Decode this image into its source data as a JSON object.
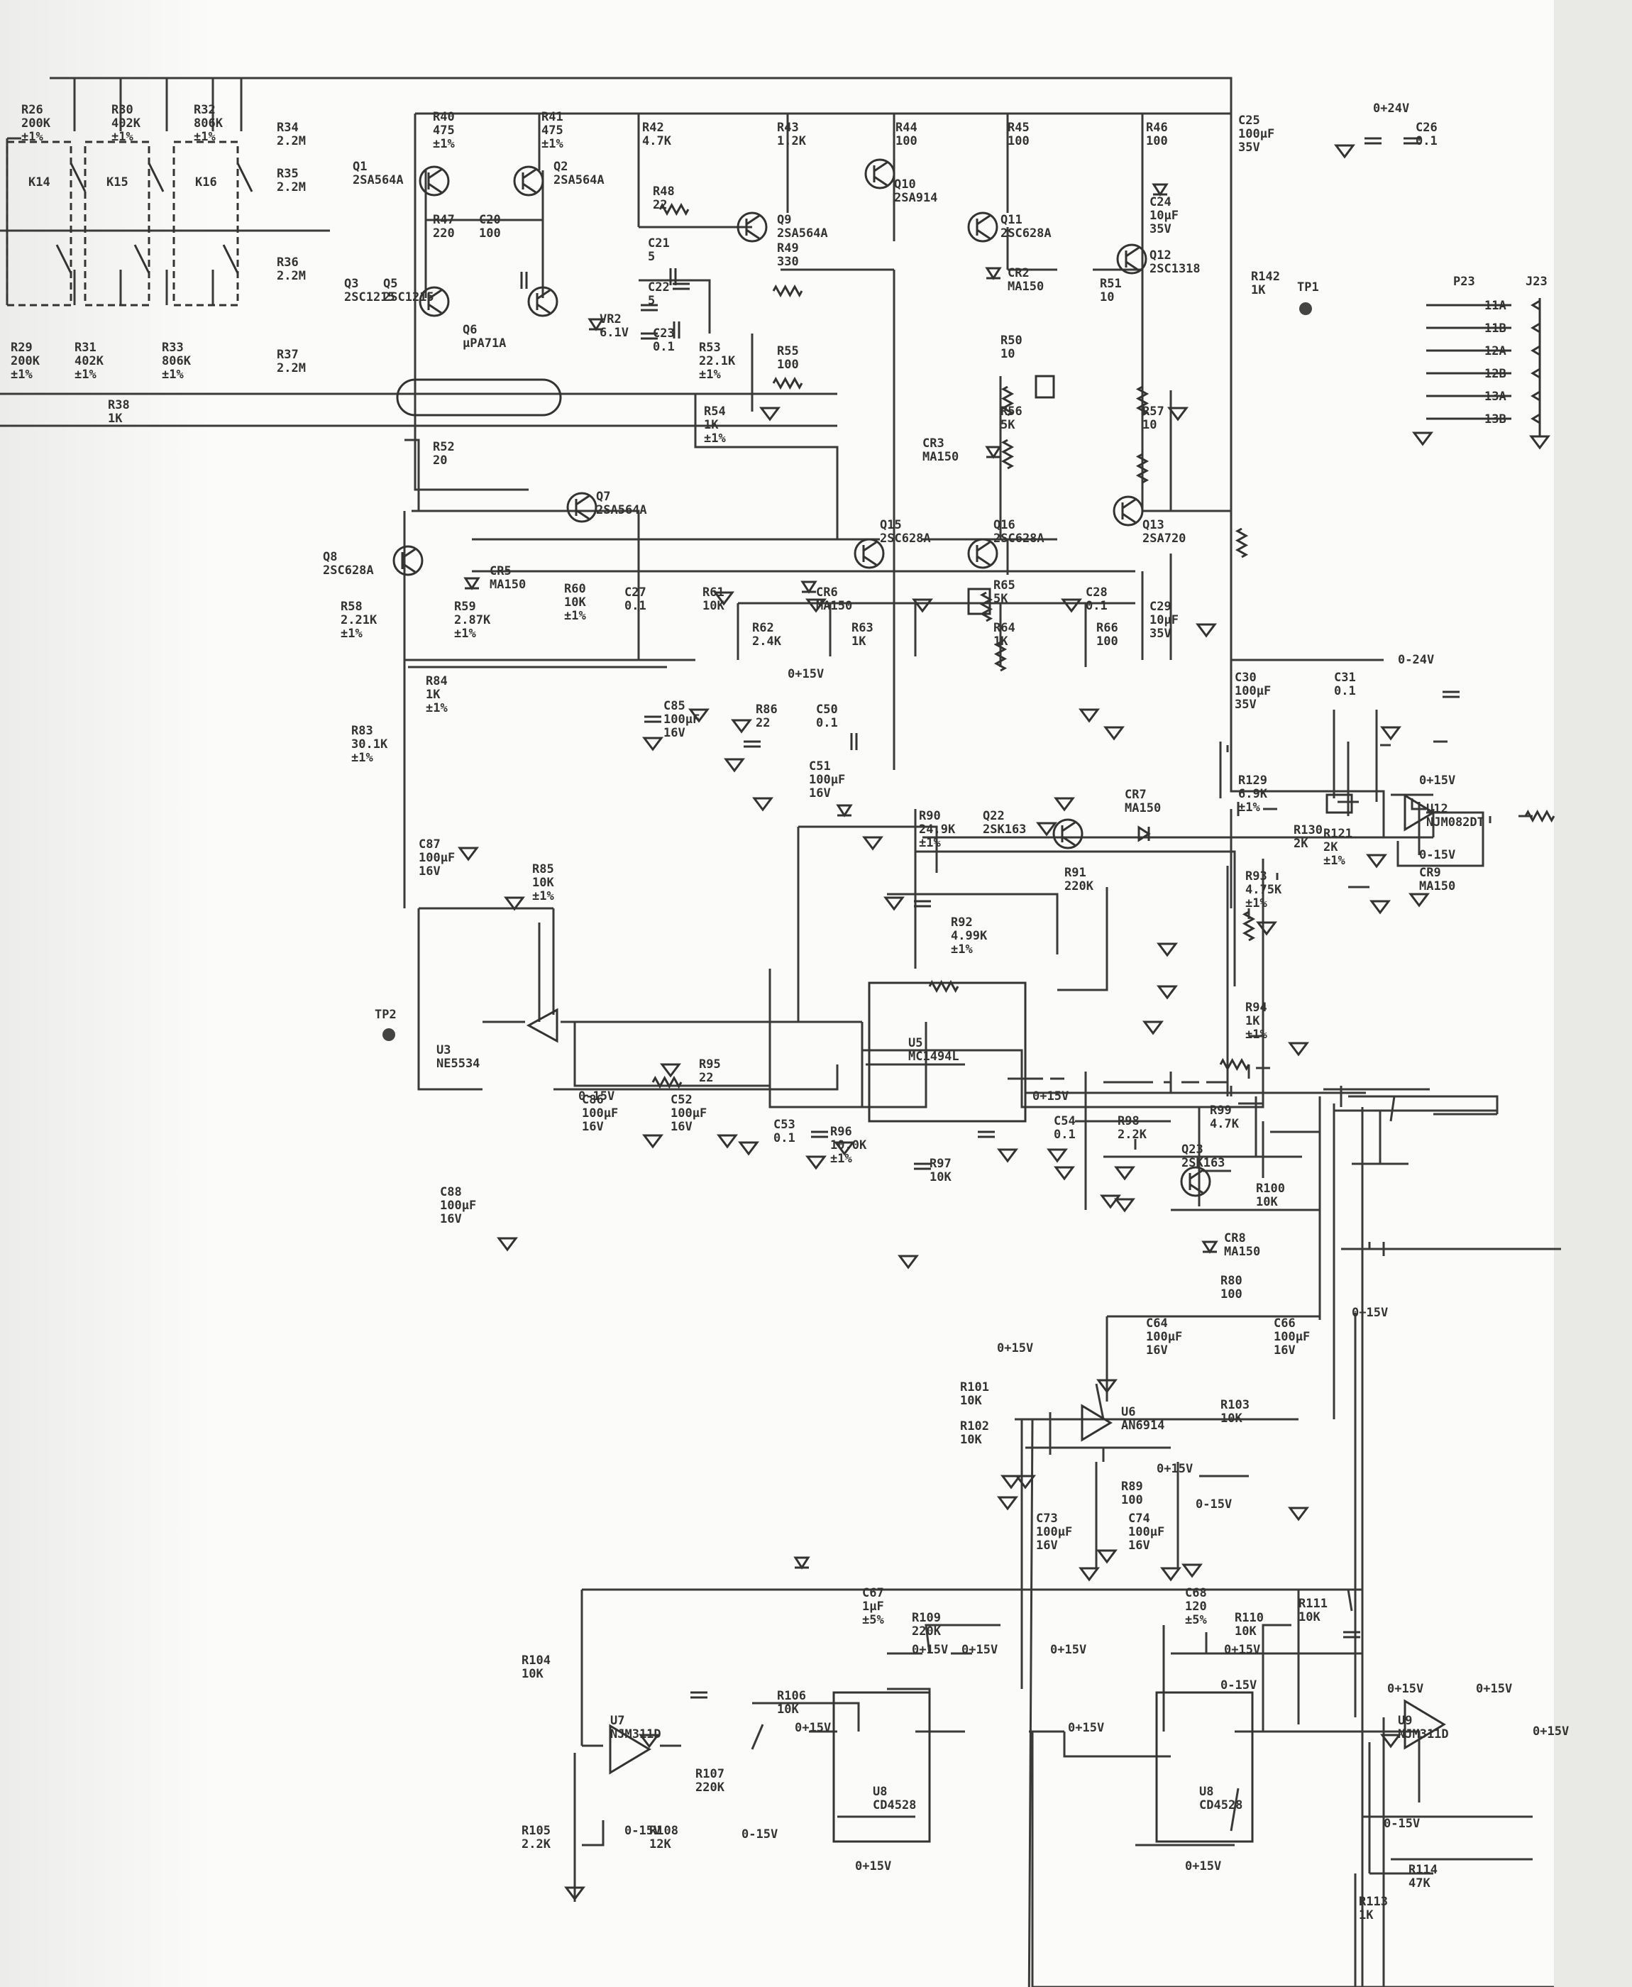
{
  "rails": {
    "p24": "0+24V",
    "m24": "0-24V",
    "p15": "0+15V",
    "m15": "0-15V"
  },
  "test_points": [
    "TP1",
    "TP2"
  ],
  "connector": {
    "p": "P23",
    "j": "J23",
    "pins": [
      "11A",
      "11B",
      "12A",
      "12B",
      "13A",
      "13B"
    ]
  },
  "relays": [
    "K14",
    "K15",
    "K16"
  ],
  "components": [
    {
      "id": "r26",
      "ref": "R26",
      "val": "200K",
      "tol": "±1%"
    },
    {
      "id": "r30",
      "ref": "R30",
      "val": "402K",
      "tol": "±1%"
    },
    {
      "id": "r32",
      "ref": "R32",
      "val": "806K",
      "tol": "±1%"
    },
    {
      "id": "r34",
      "ref": "R34",
      "val": "2.2M"
    },
    {
      "id": "r35",
      "ref": "R35",
      "val": "2.2M"
    },
    {
      "id": "r36",
      "ref": "R36",
      "val": "2.2M"
    },
    {
      "id": "r37",
      "ref": "R37",
      "val": "2.2M"
    },
    {
      "id": "r29",
      "ref": "R29",
      "val": "200K",
      "tol": "±1%"
    },
    {
      "id": "r31",
      "ref": "R31",
      "val": "402K",
      "tol": "±1%"
    },
    {
      "id": "r33",
      "ref": "R33",
      "val": "806K",
      "tol": "±1%"
    },
    {
      "id": "r38",
      "ref": "R38",
      "val": "1K"
    },
    {
      "id": "r40",
      "ref": "R40",
      "val": "475",
      "tol": "±1%"
    },
    {
      "id": "r41",
      "ref": "R41",
      "val": "475",
      "tol": "±1%"
    },
    {
      "id": "q1",
      "ref": "Q1",
      "val": "2SA564A"
    },
    {
      "id": "q2",
      "ref": "Q2",
      "val": "2SA564A"
    },
    {
      "id": "r47",
      "ref": "R47",
      "val": "220"
    },
    {
      "id": "c20",
      "ref": "C20",
      "val": "100"
    },
    {
      "id": "q3",
      "ref": "Q3",
      "val": "2SC1215"
    },
    {
      "id": "q5",
      "ref": "Q5",
      "val": "2SC1215"
    },
    {
      "id": "q6",
      "ref": "Q6",
      "val": "μPA71A"
    },
    {
      "id": "vr2",
      "ref": "VR2",
      "val": "6.1V"
    },
    {
      "id": "r52",
      "ref": "R52",
      "val": "20"
    },
    {
      "id": "r42",
      "ref": "R42",
      "val": "4.7K"
    },
    {
      "id": "r43",
      "ref": "R43",
      "val": "1.2K"
    },
    {
      "id": "r44",
      "ref": "R44",
      "val": "100"
    },
    {
      "id": "r45",
      "ref": "R45",
      "val": "100"
    },
    {
      "id": "r46",
      "ref": "R46",
      "val": "100"
    },
    {
      "id": "r48",
      "ref": "R48",
      "val": "22"
    },
    {
      "id": "c21",
      "ref": "C21",
      "val": "5"
    },
    {
      "id": "c22",
      "ref": "C22",
      "val": "5"
    },
    {
      "id": "c23",
      "ref": "C23",
      "val": "0.1"
    },
    {
      "id": "r49",
      "ref": "R49",
      "val": "330"
    },
    {
      "id": "r53",
      "ref": "R53",
      "val": "22.1K",
      "tol": "±1%"
    },
    {
      "id": "r55",
      "ref": "R55",
      "val": "100"
    },
    {
      "id": "q9",
      "ref": "Q9",
      "val": "2SA564A"
    },
    {
      "id": "q10",
      "ref": "Q10",
      "val": "2SA914"
    },
    {
      "id": "q11",
      "ref": "Q11",
      "val": "2SC628A"
    },
    {
      "id": "q12",
      "ref": "Q12",
      "val": "2SC1318"
    },
    {
      "id": "cr2",
      "ref": "CR2",
      "val": "MA150"
    },
    {
      "id": "r51",
      "ref": "R51",
      "val": "10"
    },
    {
      "id": "r50",
      "ref": "R50",
      "val": "10"
    },
    {
      "id": "r56",
      "ref": "R56",
      "val": "5K"
    },
    {
      "id": "r57",
      "ref": "R57",
      "val": "10"
    },
    {
      "id": "cr3",
      "ref": "CR3",
      "val": "MA150"
    },
    {
      "id": "c24",
      "ref": "C24",
      "val": "10μF",
      "v": "35V"
    },
    {
      "id": "c25",
      "ref": "C25",
      "val": "100μF",
      "v": "35V"
    },
    {
      "id": "c26",
      "ref": "C26",
      "val": "0.1"
    },
    {
      "id": "r142",
      "ref": "R142",
      "val": "1K"
    },
    {
      "id": "r54",
      "ref": "R54",
      "val": "1K",
      "tol": "±1%"
    },
    {
      "id": "q7",
      "ref": "Q7",
      "val": "2SA564A"
    },
    {
      "id": "q8",
      "ref": "Q8",
      "val": "2SC628A"
    },
    {
      "id": "cr5",
      "ref": "CR5",
      "val": "MA150"
    },
    {
      "id": "r58",
      "ref": "R58",
      "val": "2.21K",
      "tol": "±1%"
    },
    {
      "id": "r59",
      "ref": "R59",
      "val": "2.87K",
      "tol": "±1%"
    },
    {
      "id": "r60",
      "ref": "R60",
      "val": "10K",
      "tol": "±1%"
    },
    {
      "id": "c27",
      "ref": "C27",
      "val": "0.1"
    },
    {
      "id": "q15",
      "ref": "Q15",
      "val": "2SC628A"
    },
    {
      "id": "q16",
      "ref": "Q16",
      "val": "2SC628A"
    },
    {
      "id": "q13",
      "ref": "Q13",
      "val": "2SA720"
    },
    {
      "id": "cr6",
      "ref": "CR6",
      "val": "MA150"
    },
    {
      "id": "r61",
      "ref": "R61",
      "val": "10K"
    },
    {
      "id": "r62",
      "ref": "R62",
      "val": "2.4K"
    },
    {
      "id": "r63",
      "ref": "R63",
      "val": "1K"
    },
    {
      "id": "r65",
      "ref": "R65",
      "val": "5K"
    },
    {
      "id": "r64",
      "ref": "R64",
      "val": "1K"
    },
    {
      "id": "c28",
      "ref": "C28",
      "val": "0.1"
    },
    {
      "id": "r66",
      "ref": "R66",
      "val": "100"
    },
    {
      "id": "c29",
      "ref": "C29",
      "val": "10μF",
      "v": "35V"
    },
    {
      "id": "c30",
      "ref": "C30",
      "val": "100μF",
      "v": "35V"
    },
    {
      "id": "c31",
      "ref": "C31",
      "val": "0.1"
    },
    {
      "id": "r84",
      "ref": "R84",
      "val": "1K",
      "tol": "±1%"
    },
    {
      "id": "r83",
      "ref": "R83",
      "val": "30.1K",
      "tol": "±1%"
    },
    {
      "id": "c85",
      "ref": "C85",
      "val": "100μF",
      "v": "16V"
    },
    {
      "id": "r86",
      "ref": "R86",
      "val": "22"
    },
    {
      "id": "c50",
      "ref": "C50",
      "val": "0.1"
    },
    {
      "id": "c51",
      "ref": "C51",
      "val": "100μF",
      "v": "16V"
    },
    {
      "id": "c87",
      "ref": "C87",
      "val": "100μF",
      "v": "16V"
    },
    {
      "id": "r85",
      "ref": "R85",
      "val": "10K",
      "tol": "±1%"
    },
    {
      "id": "r90",
      "ref": "R90",
      "val": "24.9K",
      "tol": "±1%"
    },
    {
      "id": "q22",
      "ref": "Q22",
      "val": "2SK163"
    },
    {
      "id": "r91",
      "ref": "R91",
      "val": "220K"
    },
    {
      "id": "cr7",
      "ref": "CR7",
      "val": "MA150"
    },
    {
      "id": "r92",
      "ref": "R92",
      "val": "4.99K",
      "tol": "±1%"
    },
    {
      "id": "u5",
      "ref": "U5",
      "val": "MC1494L"
    },
    {
      "id": "u3",
      "ref": "U3",
      "val": "NE5534"
    },
    {
      "id": "r95",
      "ref": "R95",
      "val": "22"
    },
    {
      "id": "c86",
      "ref": "C86",
      "val": "100μF",
      "v": "16V"
    },
    {
      "id": "c52",
      "ref": "C52",
      "val": "100μF",
      "v": "16V"
    },
    {
      "id": "c53",
      "ref": "C53",
      "val": "0.1"
    },
    {
      "id": "r96",
      "ref": "R96",
      "val": "10.0K",
      "tol": "±1%"
    },
    {
      "id": "r97",
      "ref": "R97",
      "val": "10K"
    },
    {
      "id": "c54",
      "ref": "C54",
      "val": "0.1"
    },
    {
      "id": "r98",
      "ref": "R98",
      "val": "2.2K"
    },
    {
      "id": "c88",
      "ref": "C88",
      "val": "100μF",
      "v": "16V"
    },
    {
      "id": "r129",
      "ref": "R129",
      "val": "6.9K",
      "tol": "±1%"
    },
    {
      "id": "r130",
      "ref": "R130",
      "val": "2K"
    },
    {
      "id": "r121",
      "ref": "R121",
      "val": "2K",
      "tol": "±1%"
    },
    {
      "id": "u12",
      "ref": "U12",
      "val": "NJM082DT"
    },
    {
      "id": "cr9",
      "ref": "CR9",
      "val": "MA150"
    },
    {
      "id": "r93",
      "ref": "R93",
      "val": "4.75K",
      "tol": "±1%"
    },
    {
      "id": "r94",
      "ref": "R94",
      "val": "1K",
      "tol": "±1%"
    },
    {
      "id": "r99",
      "ref": "R99",
      "val": "4.7K"
    },
    {
      "id": "q23",
      "ref": "Q23",
      "val": "2SK163"
    },
    {
      "id": "r100",
      "ref": "R100",
      "val": "10K"
    },
    {
      "id": "cr8",
      "ref": "CR8",
      "val": "MA150"
    },
    {
      "id": "r80",
      "ref": "R80",
      "val": "100"
    },
    {
      "id": "c64",
      "ref": "C64",
      "val": "100μF",
      "v": "16V"
    },
    {
      "id": "c66",
      "ref": "C66",
      "val": "100μF",
      "v": "16V"
    },
    {
      "id": "r101",
      "ref": "R101",
      "val": "10K"
    },
    {
      "id": "r102",
      "ref": "R102",
      "val": "10K"
    },
    {
      "id": "u6",
      "ref": "U6",
      "val": "AN6914"
    },
    {
      "id": "r103",
      "ref": "R103",
      "val": "10K"
    },
    {
      "id": "r89",
      "ref": "R89",
      "val": "100"
    },
    {
      "id": "c73",
      "ref": "C73",
      "val": "100μF",
      "v": "16V"
    },
    {
      "id": "c74",
      "ref": "C74",
      "val": "100μF",
      "v": "16V"
    },
    {
      "id": "c67",
      "ref": "C67",
      "val": "1μF",
      "tol": "±5%"
    },
    {
      "id": "r109",
      "ref": "R109",
      "val": "220K"
    },
    {
      "id": "c68",
      "ref": "C68",
      "val": "120",
      "tol": "±5%"
    },
    {
      "id": "r110",
      "ref": "R110",
      "val": "10K"
    },
    {
      "id": "r111",
      "ref": "R111",
      "val": "10K"
    },
    {
      "id": "r104",
      "ref": "R104",
      "val": "10K"
    },
    {
      "id": "u7",
      "ref": "U7",
      "val": "NJM311D"
    },
    {
      "id": "r106",
      "ref": "R106",
      "val": "10K"
    },
    {
      "id": "u8a",
      "ref": "U8",
      "val": "CD4528"
    },
    {
      "id": "u8b",
      "ref": "U8",
      "val": "CD4528"
    },
    {
      "id": "r107",
      "ref": "R107",
      "val": "220K"
    },
    {
      "id": "r105",
      "ref": "R105",
      "val": "2.2K"
    },
    {
      "id": "r108",
      "ref": "R108",
      "val": "12K"
    },
    {
      "id": "u9",
      "ref": "U9",
      "val": "NJM311D"
    },
    {
      "id": "r114",
      "ref": "R114",
      "val": "47K"
    },
    {
      "id": "r113",
      "ref": "R113",
      "val": "1K"
    }
  ],
  "rail_labels": [
    {
      "id": "rl1",
      "text": "0+15V"
    },
    {
      "id": "rl2",
      "text": "0+15V"
    },
    {
      "id": "rl3",
      "text": "0-15V"
    },
    {
      "id": "rl4",
      "text": "0-15V"
    },
    {
      "id": "rl5",
      "text": "0+15V"
    },
    {
      "id": "rl6",
      "text": "0+15V"
    },
    {
      "id": "rl7",
      "text": "0+15V"
    },
    {
      "id": "rl8",
      "text": "0-15V"
    },
    {
      "id": "rl9",
      "text": "0+15V"
    },
    {
      "id": "rl10",
      "text": "0+15V"
    },
    {
      "id": "rl11",
      "text": "0+15V"
    },
    {
      "id": "rl12",
      "text": "0+15V"
    },
    {
      "id": "rl13",
      "text": "0-15V"
    },
    {
      "id": "rl14",
      "text": "0+15V"
    },
    {
      "id": "rl15",
      "text": "0+15V"
    },
    {
      "id": "rl16",
      "text": "0+15V"
    },
    {
      "id": "rl17",
      "text": "0+15V"
    },
    {
      "id": "rl18",
      "text": "0-15V"
    },
    {
      "id": "rl19",
      "text": "0+15V"
    },
    {
      "id": "rl20",
      "text": "0+15V"
    },
    {
      "id": "rl21",
      "text": "0+15V"
    },
    {
      "id": "rl22",
      "text": "0-15V"
    },
    {
      "id": "rl23",
      "text": "0-15V"
    },
    {
      "id": "rl24",
      "text": "0+15V"
    }
  ]
}
